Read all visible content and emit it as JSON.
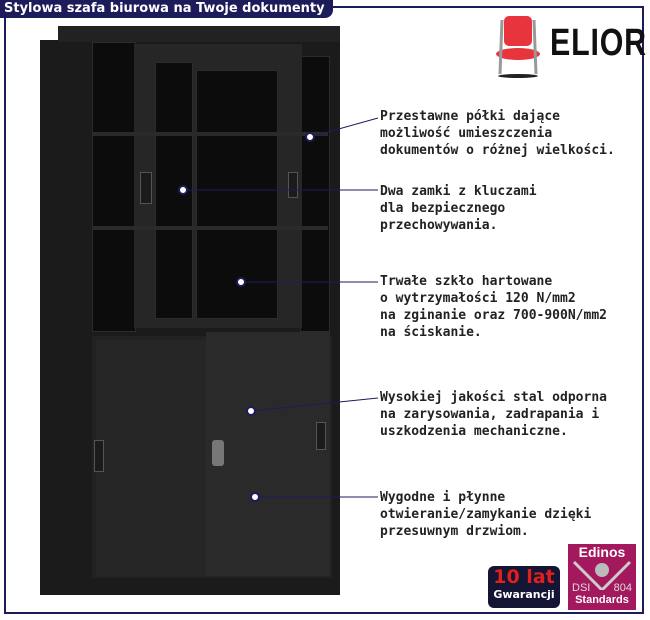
{
  "header": {
    "title": "Stylowa szafa biurowa na Twoje dokumenty"
  },
  "brand": {
    "name": "ELIOR",
    "chair_color": "#e8343c"
  },
  "features": [
    "Przestawne półki dające\nmożliwość umieszczenia\ndokumentów o różnej wielkości.",
    "Dwa zamki z kluczami\ndla bezpiecznego\nprzechowywania.",
    "Trwałe szkło hartowane\no wytrzymałości 120 N/mm2\nna zginanie oraz 700-900N/mm2\nna ściskanie.",
    "Wysokiej jakości stal odporna\nna zarysowania, zadrapania i\nuszkodzenia mechaniczne.",
    "Wygodne i płynne\notwieranie/zamykanie dzięki\nprzesuwnym drzwiom."
  ],
  "warranty": {
    "years": "10 lat",
    "label": "Gwarancji"
  },
  "certificate": {
    "brand": "Edinos",
    "left": "DSI",
    "right": "804",
    "label": "Standards"
  },
  "colors": {
    "frame": "#1c1c5a",
    "cabinet": "#1b1b1b"
  }
}
